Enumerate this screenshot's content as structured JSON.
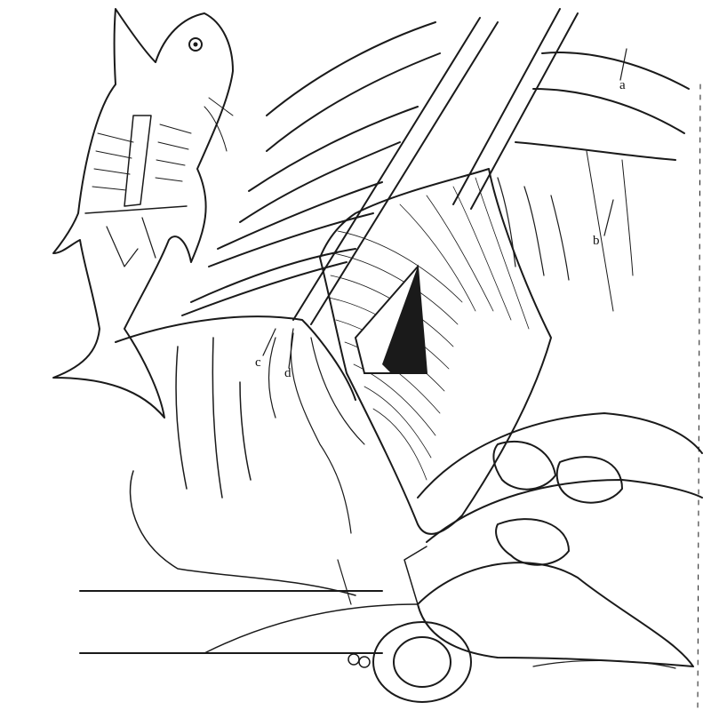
{
  "figure": {
    "background_color": "#ffffff",
    "ink_color": "#1a1a1a",
    "labels": {
      "a": "a",
      "b": "b",
      "c": "c",
      "d": "d"
    }
  }
}
